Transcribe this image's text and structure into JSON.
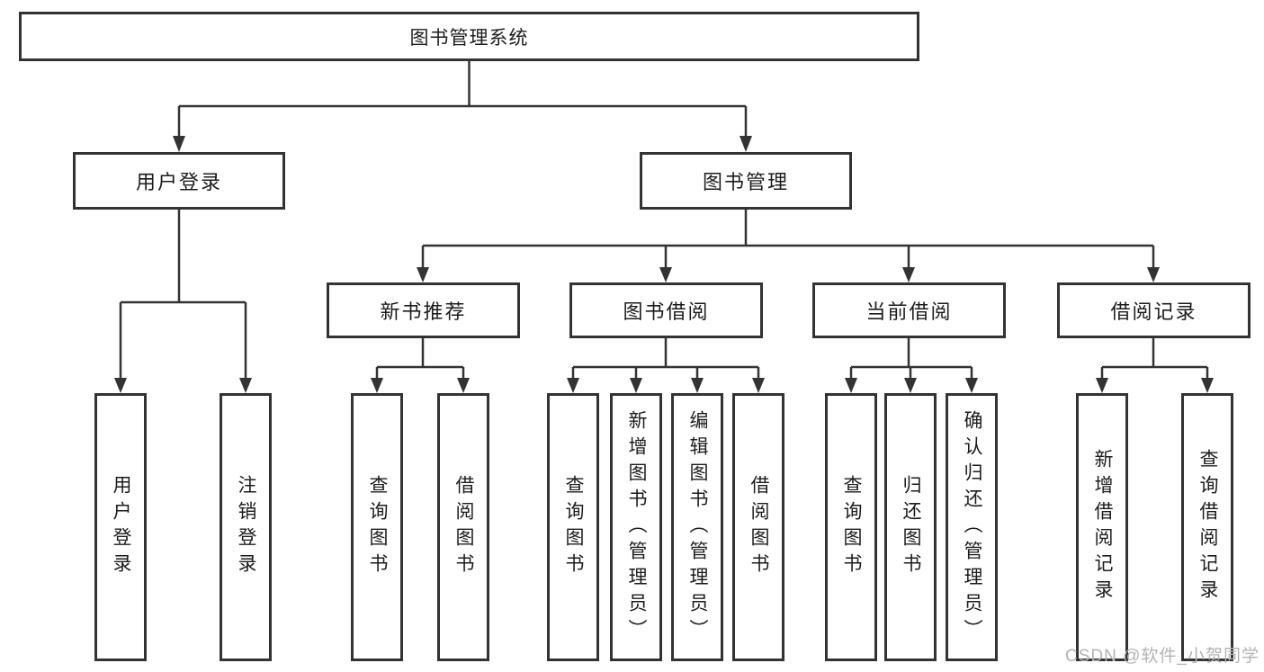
{
  "diagram_type": "hierarchy-org-chart",
  "colors": {
    "line": "#333333",
    "box_border": "#333333",
    "text": "#1c1c1c",
    "watermark": "#b3b3b3",
    "background": "#ffffff"
  },
  "tree": {
    "label": "图书管理系统",
    "children": [
      {
        "label": "用户登录",
        "children": [
          {
            "label": "用户登录"
          },
          {
            "label": "注销登录"
          }
        ]
      },
      {
        "label": "图书管理",
        "children": [
          {
            "label": "新书推荐",
            "children": [
              {
                "label": "查询图书"
              },
              {
                "label": "借阅图书"
              }
            ]
          },
          {
            "label": "图书借阅",
            "children": [
              {
                "label": "查询图书"
              },
              {
                "label": "新增图书（管理员）"
              },
              {
                "label": "编辑图书（管理员）"
              },
              {
                "label": "借阅图书"
              }
            ]
          },
          {
            "label": "当前借阅",
            "children": [
              {
                "label": "查询图书"
              },
              {
                "label": "归还图书"
              },
              {
                "label": "确认归还（管理员）"
              }
            ]
          },
          {
            "label": "借阅记录",
            "children": [
              {
                "label": "新增借阅记录"
              },
              {
                "label": "查询借阅记录"
              }
            ]
          }
        ]
      }
    ]
  },
  "watermark": {
    "text": "CSDN @软件_小贺同学"
  }
}
